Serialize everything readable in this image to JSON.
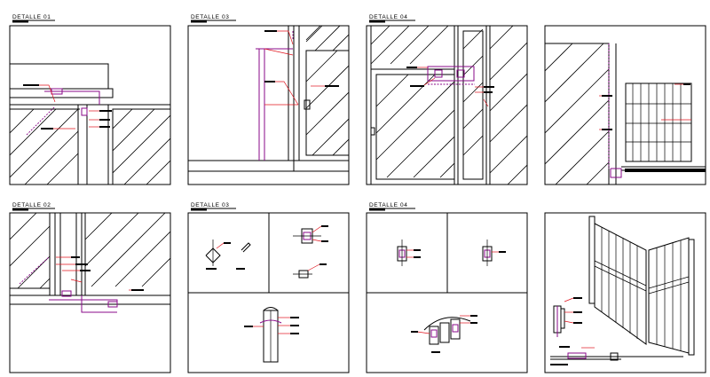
{
  "sheet": {
    "panels": [
      {
        "id": "d01",
        "title": "DETALLE 01"
      },
      {
        "id": "d03a",
        "title": "DETALLE 03"
      },
      {
        "id": "d04a",
        "title": "DETALLE 04"
      },
      {
        "id": "d05",
        "title": ""
      },
      {
        "id": "d02",
        "title": "DETALLE 02"
      },
      {
        "id": "d03b",
        "title": "DETALLE 03"
      },
      {
        "id": "d04b",
        "title": "DETALLE 04"
      },
      {
        "id": "d06",
        "title": ""
      }
    ]
  },
  "colors": {
    "line": "#000000",
    "dimension": "#8a0a8a",
    "leader": "#e0141e",
    "background": "#ffffff"
  }
}
